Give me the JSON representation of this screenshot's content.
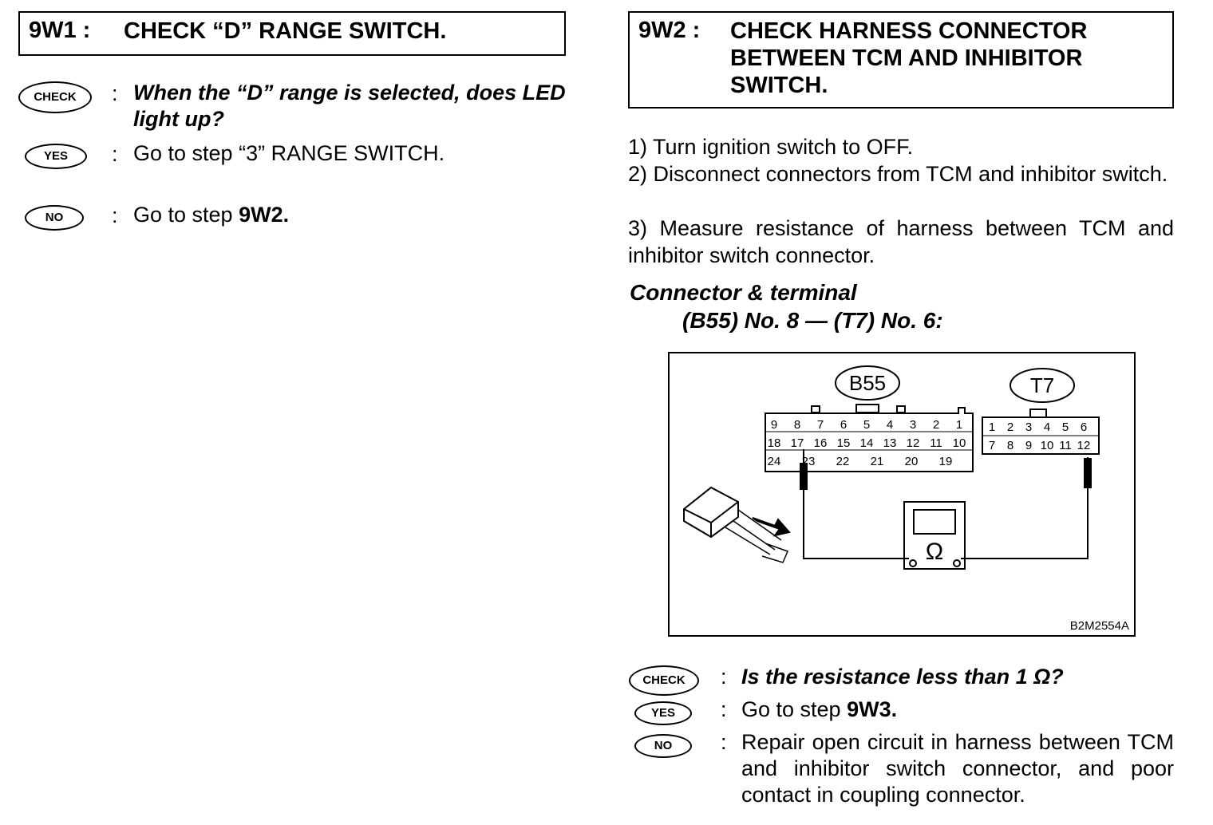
{
  "left": {
    "step_number": "9W1 :",
    "step_title": "CHECK “D” RANGE SWITCH.",
    "check_badge": "CHECK",
    "yes_badge": "YES",
    "no_badge": "NO",
    "colon": ":",
    "check_text": "When the “D” range is selected, does LED light up?",
    "yes_text": "Go to step “3” RANGE SWITCH.",
    "no_text_prefix": "Go to step ",
    "no_text_bold": "9W2."
  },
  "right": {
    "step_number": "9W2 :",
    "step_title": "CHECK HARNESS CONNECTOR BETWEEN TCM AND INHIBITOR SWITCH.",
    "procedure": [
      "1)  Turn ignition switch to OFF.",
      "2)  Disconnect connectors from TCM and inhibitor switch.",
      "3)  Measure resistance of harness between TCM and inhibitor switch connector."
    ],
    "spec_label": "Connector & terminal",
    "spec_value": "(B55) No. 8 — (T7) No. 6:",
    "figure": {
      "connector_left": "B55",
      "connector_right": "T7",
      "figure_code": "B2M2554A",
      "meter_symbol": "Ω",
      "b55_top_row": [
        "9",
        "8",
        "7",
        "6",
        "5",
        "4",
        "3",
        "2",
        "1"
      ],
      "b55_mid_row": [
        "18",
        "17",
        "16",
        "15",
        "14",
        "13",
        "12",
        "11",
        "10"
      ],
      "b55_bot_row": [
        "24",
        "23",
        "22",
        "21",
        "20",
        "19"
      ],
      "t7_top_row": [
        "1",
        "2",
        "3",
        "4",
        "5",
        "6"
      ],
      "t7_bot_row": [
        "7",
        "8",
        "9",
        "10",
        "11",
        "12"
      ]
    },
    "check_badge": "CHECK",
    "yes_badge": "YES",
    "no_badge": "NO",
    "colon": ":",
    "check_text": "Is the resistance less than 1 Ω?",
    "yes_text_prefix": "Go to step ",
    "yes_text_bold": "9W3.",
    "no_text": "Repair open circuit in harness between TCM and inhibitor switch connector, and poor contact in coupling connector."
  }
}
